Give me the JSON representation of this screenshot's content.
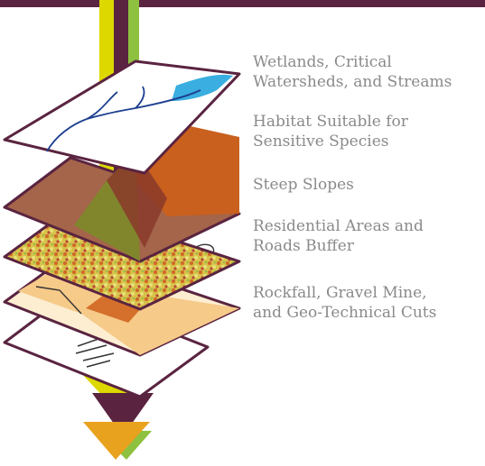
{
  "colors": {
    "frame": "#5a2440",
    "arrow_purple": "#5a2440",
    "arrow_yellow": "#dcd800",
    "arrow_green": "#8ec13f",
    "arrow_orange": "#e9a21e",
    "water": "#3aaee0",
    "stream": "#1d3f8f",
    "habitat_orange": "#c9601e",
    "slope_brown": "#a4654a",
    "residential_cream": "#fdeed2",
    "rockfall_orange": "#d4702b",
    "rockfall_peach": "#f6ca89",
    "label_gray": "#8a8a8a"
  },
  "layers": [
    {
      "lines": [
        "Wetlands, Critical",
        "Watersheds, and Streams"
      ]
    },
    {
      "lines": [
        "Habitat Suitable for",
        "Sensitive Species"
      ]
    },
    {
      "lines": [
        "Steep Slopes"
      ]
    },
    {
      "lines": [
        "Residential Areas and",
        "Roads Buffer"
      ]
    },
    {
      "lines": [
        "Rockfall, Gravel Mine,",
        "and Geo-Technical Cuts"
      ]
    }
  ]
}
